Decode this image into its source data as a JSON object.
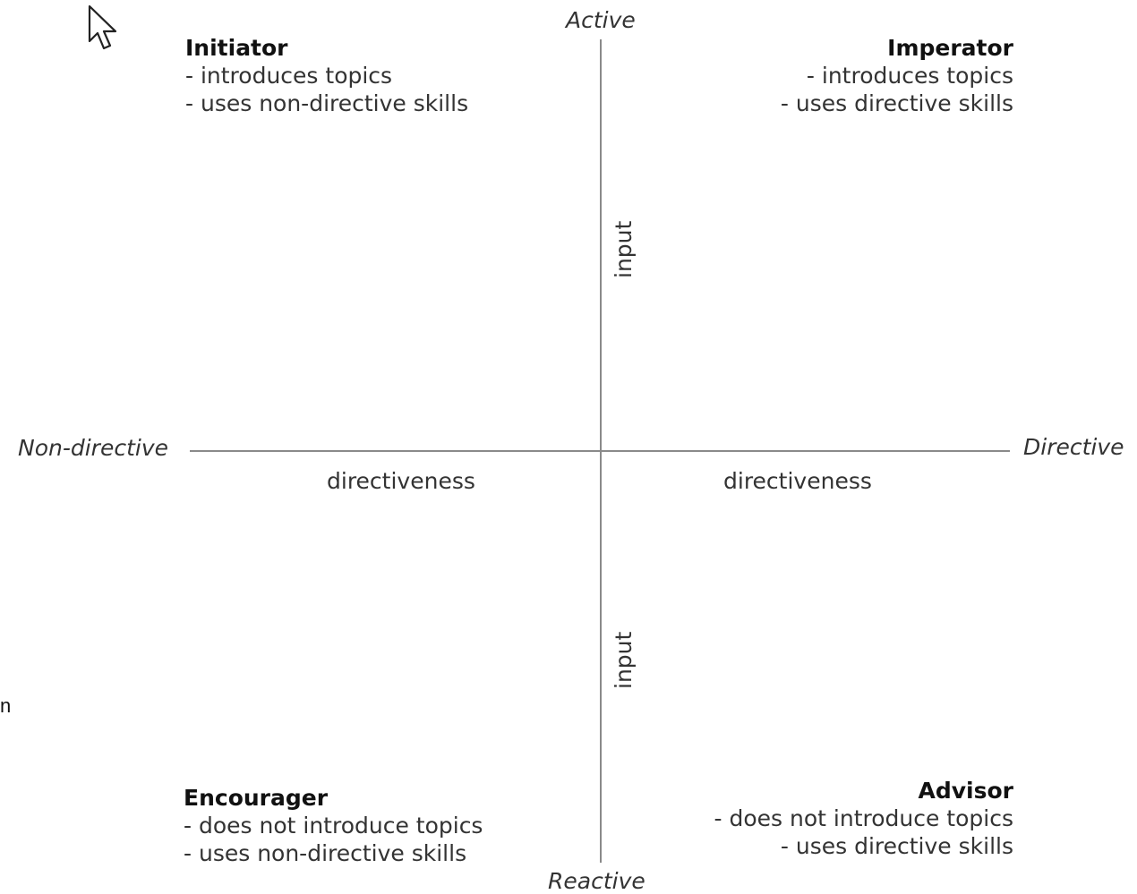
{
  "poles": {
    "top": "Active",
    "bottom": "Reactive",
    "left": "Non-directive",
    "right": "Directive"
  },
  "axis_labels": {
    "horizontal_left": "directiveness",
    "horizontal_right": "directiveness",
    "vertical_top": "input",
    "vertical_bottom": "input"
  },
  "quadrants": {
    "top_left": {
      "title": "Initiator",
      "lines": [
        "- introduces topics",
        "- uses non-directive skills"
      ]
    },
    "top_right": {
      "title": "Imperator",
      "lines": [
        "- introduces topics",
        "- uses directive skills"
      ]
    },
    "bottom_left": {
      "title": "Encourager",
      "lines": [
        "- does not introduce topics",
        "- uses non-directive skills"
      ]
    },
    "bottom_right": {
      "title": "Advisor",
      "lines": [
        "- does not introduce topics",
        "- uses directive skills"
      ]
    }
  },
  "stray_text": "n",
  "icons": {
    "cursor": "mouse-pointer-icon"
  },
  "colors": {
    "axis": "#8a8a8a",
    "text": "#333333",
    "background": "#ffffff"
  }
}
